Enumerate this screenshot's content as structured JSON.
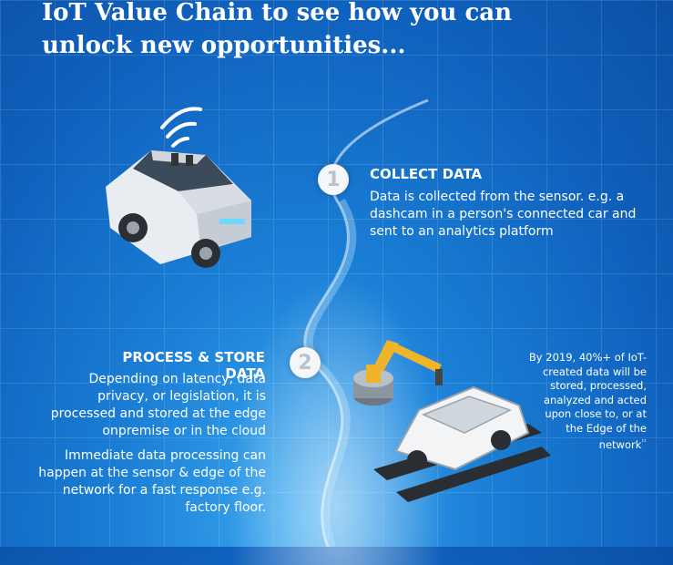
{
  "header": {
    "title": "IoT Value Chain to see how you can unlock new opportunities..."
  },
  "step1": {
    "number": "1",
    "title": "COLLECT DATA",
    "text": "Data is collected from the sensor. e.g. a dashcam in a person's connected car and sent to an analytics platform"
  },
  "step2": {
    "number": "2",
    "title": "PROCESS & STORE DATA",
    "text1": "Depending on latency, data privacy, or legislation, it is processed and stored at the edge onpremise or in the cloud",
    "text2": "Immediate data processing can happen at the sensor & edge of the network for a fast response e.g. factory floor."
  },
  "stat": {
    "text": "By 2019, 40%+ of IoT-created data will be stored, processed, analyzed and acted upon close to, or at the Edge of the network",
    "sup": "¹¹"
  },
  "colors": {
    "background": "#1b7fd6",
    "badge": "#f4f6f8",
    "badge_text": "#b9c3cc"
  },
  "icons": {
    "car": "connected-car-icon",
    "wifi": "wifi-icon",
    "robot": "robot-arm-icon"
  }
}
